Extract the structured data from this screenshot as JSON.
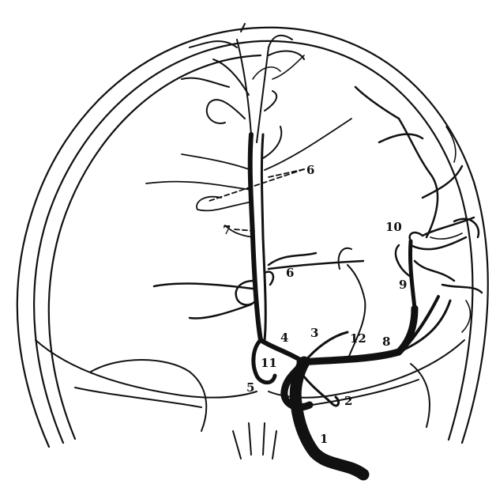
{
  "labels": {
    "l1": "1",
    "l2": "2",
    "l3": "3",
    "l4": "4",
    "l5": "5",
    "l6a": "6",
    "l6b": "6",
    "l7": "7",
    "l8": "8",
    "l9": "9",
    "l10": "10",
    "l11": "11",
    "l12": "12"
  },
  "colors": {
    "ink": "#111111",
    "background": "#ffffff"
  }
}
